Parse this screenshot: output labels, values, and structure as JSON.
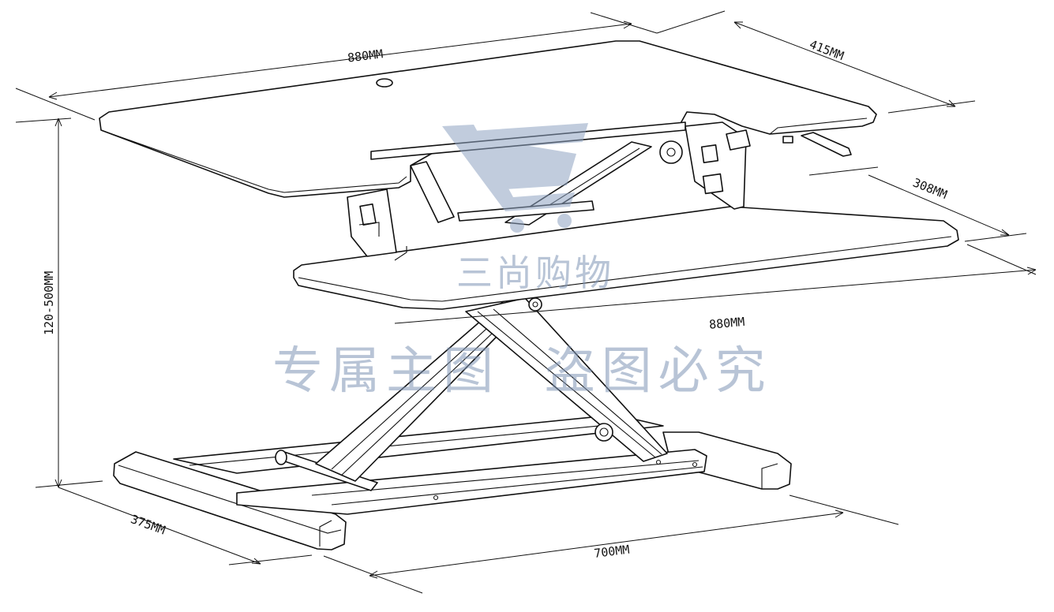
{
  "diagram": {
    "dimensions": {
      "top_width": "880MM",
      "top_depth": "415MM",
      "keyboard_depth": "308MM",
      "keyboard_width": "880MM",
      "height_range": "120-500MM",
      "base_depth": "375MM",
      "base_width": "700MM"
    },
    "watermark": {
      "brand": "三尚购物",
      "notice": "专属主图  盗图必究"
    },
    "colors": {
      "line": "#111111",
      "background": "#ffffff",
      "watermark": "#7f95b5"
    }
  }
}
